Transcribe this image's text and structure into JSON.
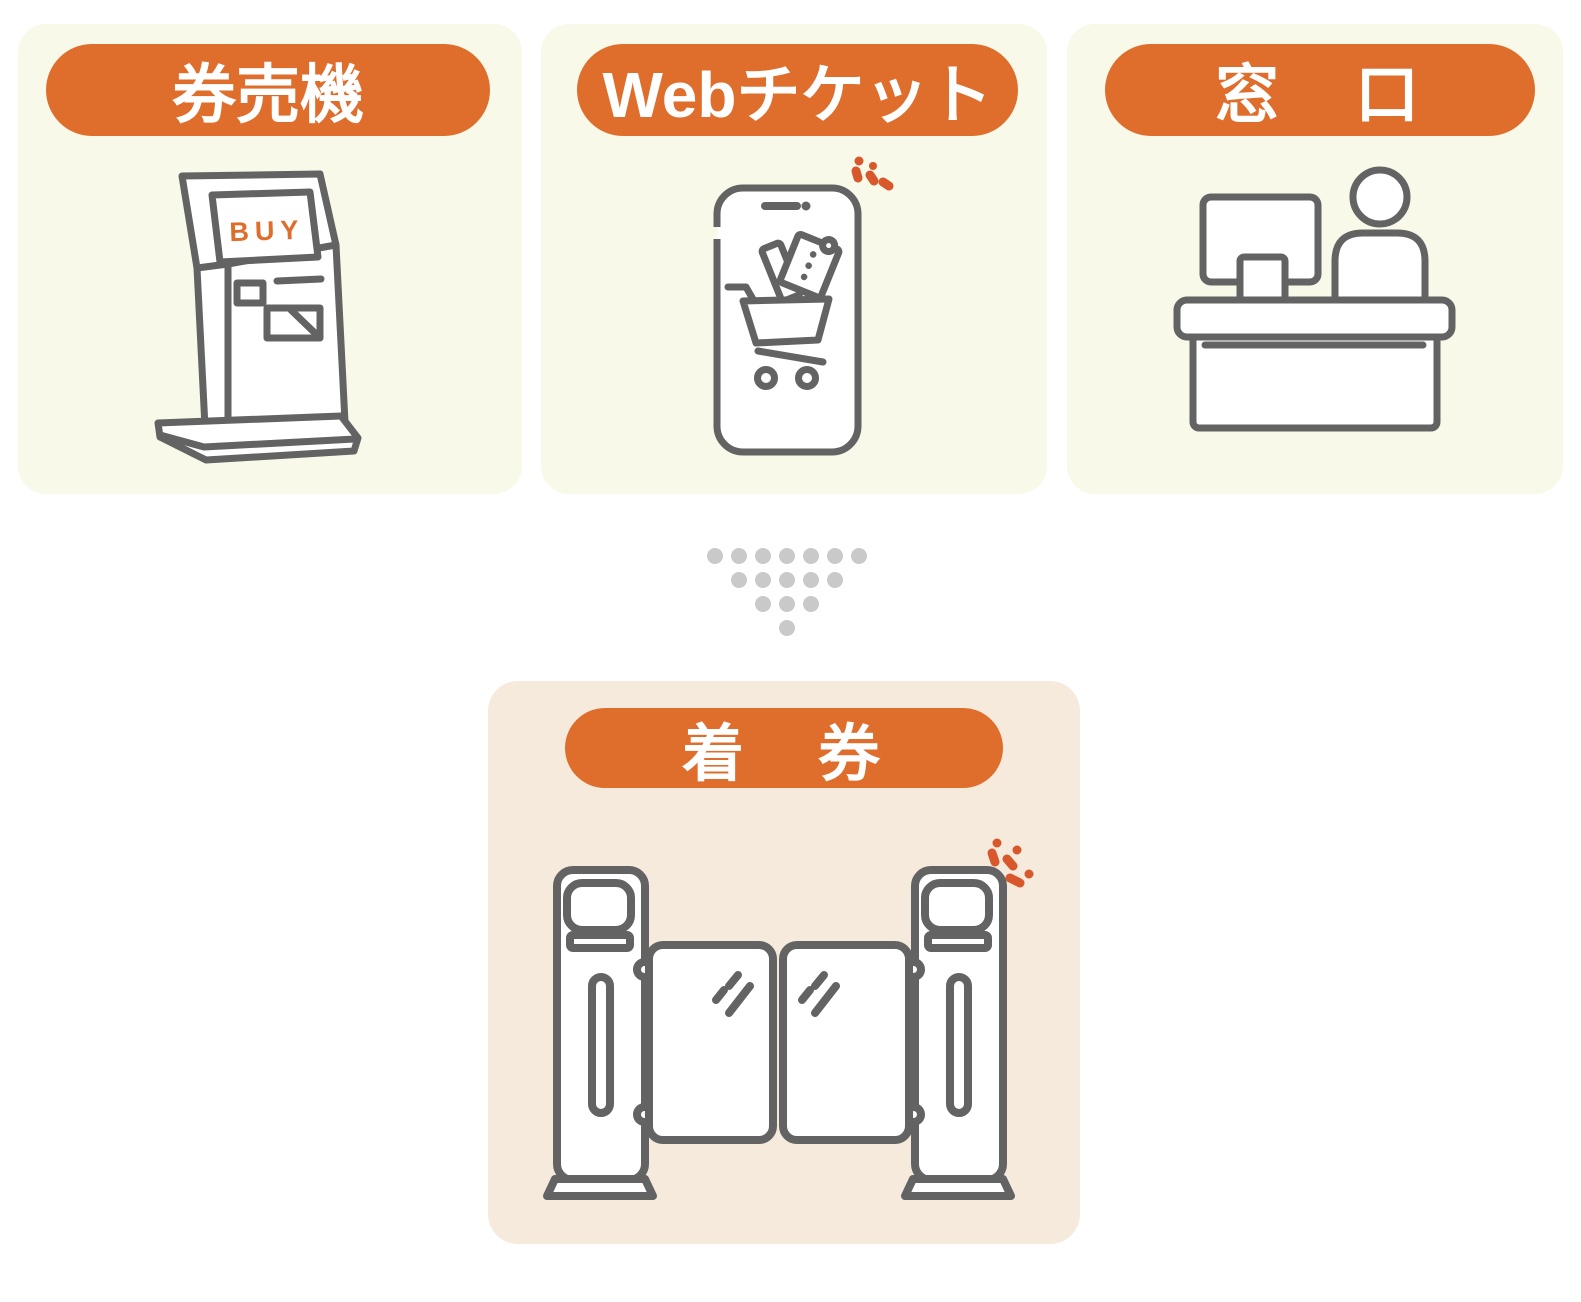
{
  "colors": {
    "page_bg": "#FFFFFF",
    "accent_orange": "#DF6E2D",
    "sparkle_orange": "#D8572B",
    "top_card_bg": "#F9F9E9",
    "bottom_card_bg": "#F5EADB",
    "line_gray": "#636363",
    "arrow_dot_gray": "#C9C9C9",
    "screen_text_orange": "#DF6E2D"
  },
  "cards": [
    {
      "label": "券売機",
      "illustration": "ticket-vending-machine",
      "screen_text": "BUY"
    },
    {
      "label": "Webチケット",
      "illustration": "smartphone-with-shopping-cart"
    },
    {
      "label": "窓　口",
      "illustration": "counter-desk-with-staff"
    }
  ],
  "arrow": {
    "type": "dots-triangle-down",
    "rows": [
      7,
      5,
      3,
      1
    ]
  },
  "result": {
    "label": "着　券",
    "illustration": "ticket-gate"
  }
}
